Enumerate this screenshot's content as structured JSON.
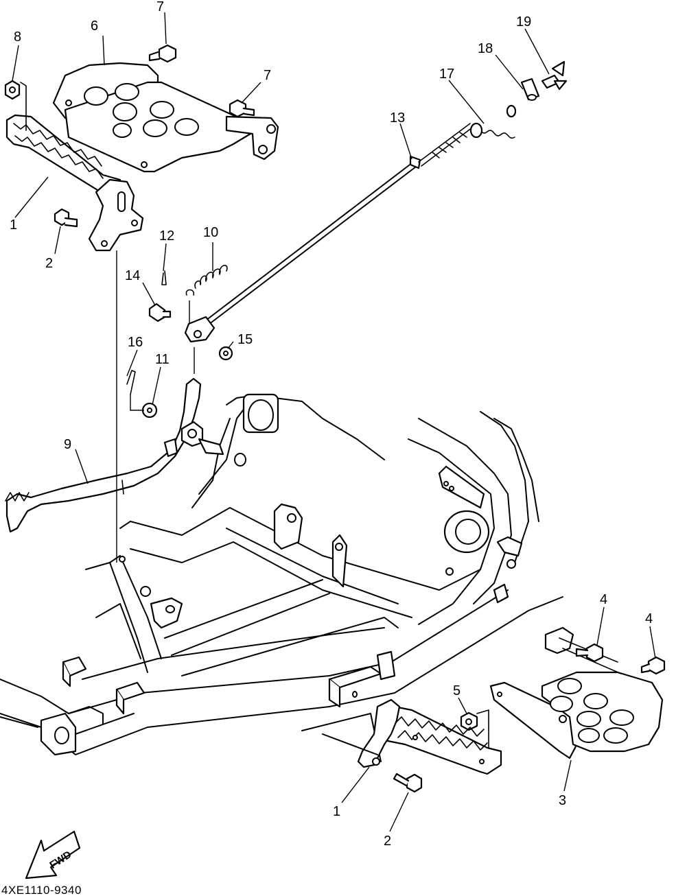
{
  "diagram_code": "4XE1110-9340",
  "fwd_label": "FWD",
  "callouts": {
    "c1_top": "1",
    "c2_top": "2",
    "c6": "6",
    "c7_top": "7",
    "c7_mid": "7",
    "c8": "8",
    "c9": "9",
    "c10": "10",
    "c11": "11",
    "c12": "12",
    "c13": "13",
    "c14": "14",
    "c15": "15",
    "c16": "16",
    "c17": "17",
    "c18": "18",
    "c19": "19",
    "c4_a": "4",
    "c4_b": "4",
    "c5": "5",
    "c1_bottom": "1",
    "c2_bottom": "2",
    "c3": "3"
  }
}
